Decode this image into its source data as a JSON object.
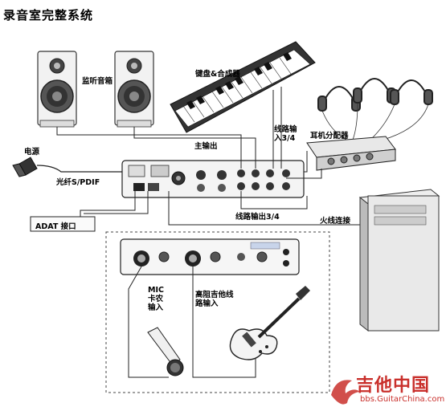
{
  "title": "录音室完整系统",
  "labels": {
    "monitor_speakers": "监听音箱",
    "keyboard": "键盘&合成器",
    "main_out": "主输出",
    "line_in": "线路输入3/4",
    "headphone_amp": "耳机分配器",
    "power": "电源",
    "optical": "光纤S/PDIF",
    "adat": "ADAT 接口",
    "line_out": "线路输出3/4",
    "firewire": "火线连接",
    "mic_in": "MIC卡农输入",
    "guitar_in": "高阻吉他线路输入"
  },
  "watermark": {
    "name": "吉他中国",
    "url": "bbs.GuitarChina.com"
  }
}
